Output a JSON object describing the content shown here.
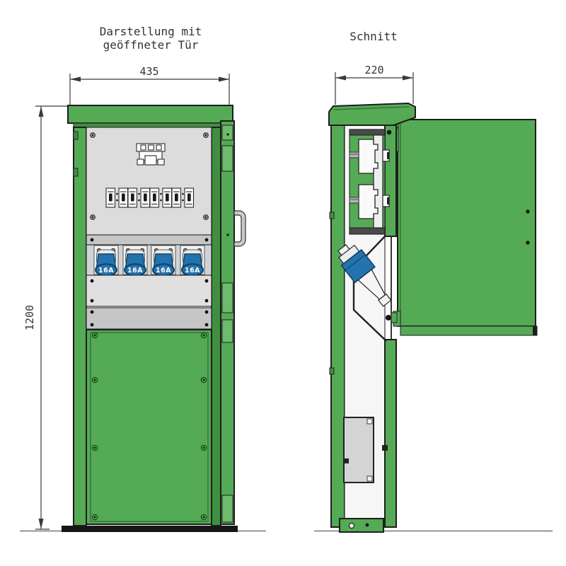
{
  "front_view": {
    "title_line1": "Darstellung mit",
    "title_line2": "geöffneter Tür",
    "width_dim": "435",
    "height_dim": "1200",
    "breaker_module_count": 8,
    "sockets": [
      {
        "label": "16A"
      },
      {
        "label": "16A"
      },
      {
        "label": "16A"
      },
      {
        "label": "16A"
      }
    ]
  },
  "section_view": {
    "title": "Schnitt",
    "depth_dim": "220"
  },
  "colors": {
    "cabinet_green": "#55aa55",
    "cabinet_green_dark": "#3f8f3f",
    "panel_gray_light": "#dcdcdc",
    "panel_gray_medium": "#c6c6c6",
    "socket_blue": "#2273ae",
    "outline": "#1d1d1d",
    "background": "#ffffff"
  }
}
